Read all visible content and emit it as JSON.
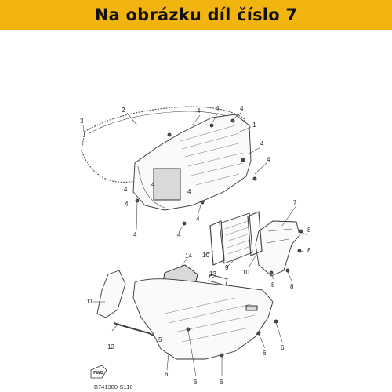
{
  "banner": {
    "title": "Na obrázku díl číslo 7"
  },
  "diagram": {
    "code": "B741300-S110",
    "fwd_label": "FWD",
    "callouts": {
      "c1": "1",
      "c2": "2",
      "c3": "3",
      "c4a": "4",
      "c4b": "4",
      "c4c": "4",
      "c4d": "4",
      "c4e": "4",
      "c4f": "4",
      "c4g": "4",
      "c4h": "4",
      "c4i": "4",
      "c4j": "4",
      "c4k": "4",
      "c4l": "4",
      "c5": "5",
      "c6a": "6",
      "c6b": "6",
      "c6c": "6",
      "c6d": "6",
      "c6e": "6",
      "c7": "7",
      "c8a": "8",
      "c8b": "8",
      "c8c": "8",
      "c8d": "8",
      "c9": "9",
      "c10a": "10",
      "c10b": "10",
      "c11": "11",
      "c12": "12",
      "c13": "13",
      "c14": "14"
    }
  },
  "colors": {
    "banner": "#f2b50f",
    "line": "#444444"
  }
}
